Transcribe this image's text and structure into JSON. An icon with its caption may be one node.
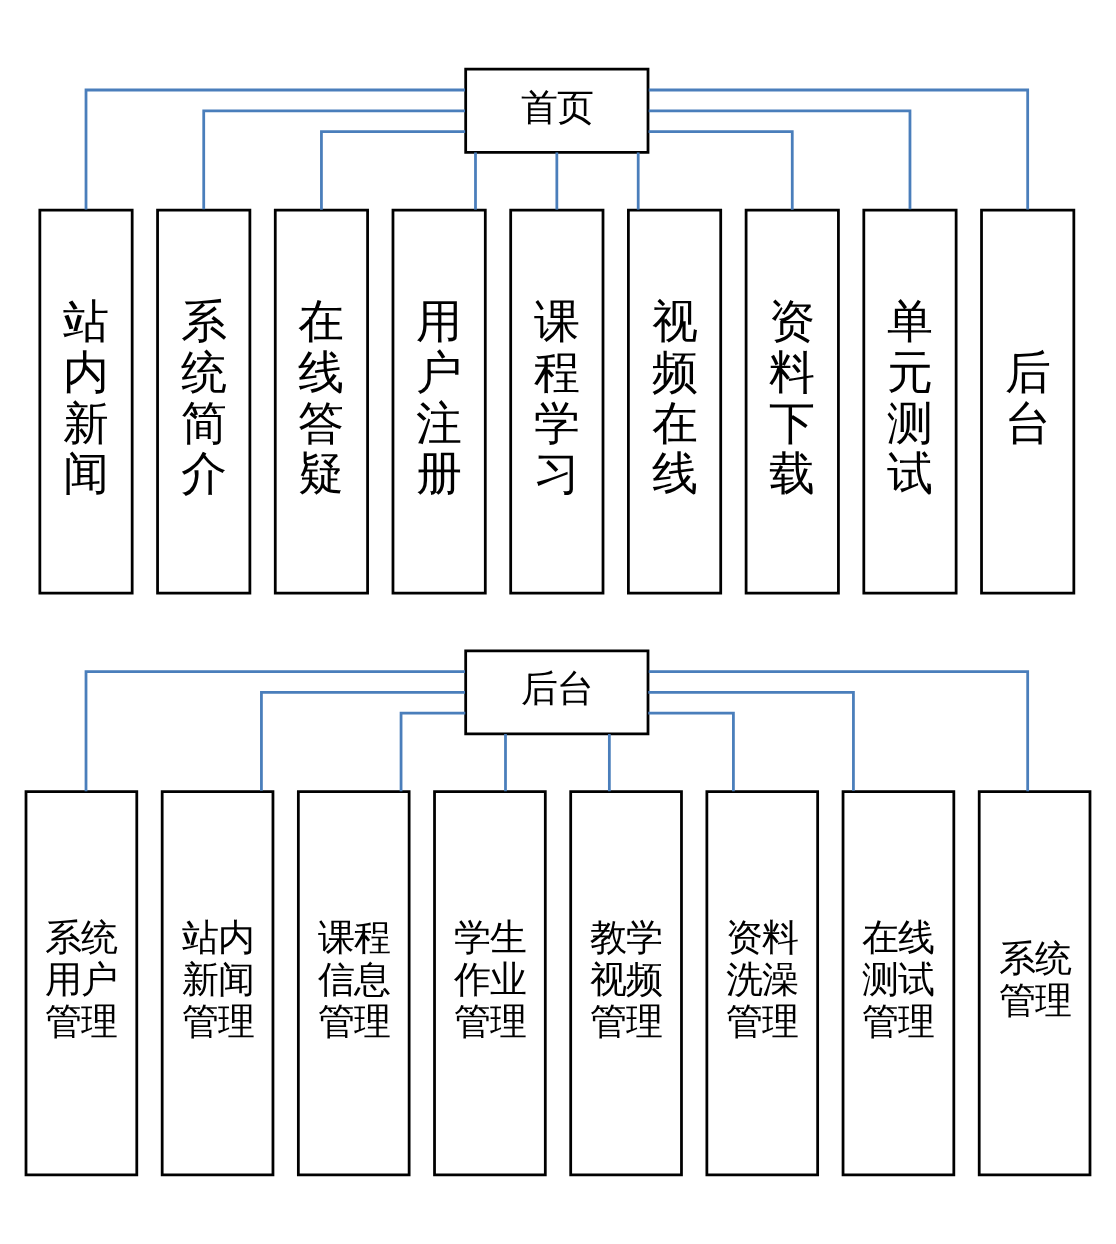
{
  "diagram": {
    "nodes": [
      {
        "text": [
          "首页"
        ]
      },
      {
        "text": [
          "站内新闻"
        ]
      },
      {
        "text": [
          "系统简介"
        ]
      },
      {
        "text": [
          "在线答疑"
        ]
      },
      {
        "text": [
          "用户注册"
        ]
      },
      {
        "text": [
          "课程学习"
        ]
      },
      {
        "text": [
          "视频在线"
        ]
      },
      {
        "text": [
          "资料下载"
        ]
      },
      {
        "text": [
          "单元测试"
        ]
      },
      {
        "text": [
          "后台"
        ]
      },
      {
        "text": [
          "后台"
        ]
      },
      {
        "text": [
          "系统用户管理"
        ]
      },
      {
        "text": [
          "站内新闻管理"
        ]
      },
      {
        "text": [
          "课程信息管理"
        ]
      },
      {
        "text": [
          "学生作业管理"
        ]
      },
      {
        "text": [
          "教学视频管理"
        ]
      },
      {
        "text": [
          "资料洗澡管理"
        ]
      },
      {
        "text": [
          "在线测试管理"
        ]
      },
      {
        "text": [
          "系统管理"
        ]
      }
    ],
    "edges": [
      {
        "from": 0,
        "to": 1,
        "arrow": "none"
      },
      {
        "from": 0,
        "to": 2,
        "arrow": "none"
      },
      {
        "from": 0,
        "to": 3,
        "arrow": "none"
      },
      {
        "from": 0,
        "to": 4,
        "arrow": "none"
      },
      {
        "from": 0,
        "to": 5,
        "arrow": "none"
      },
      {
        "from": 0,
        "to": 6,
        "arrow": "none"
      },
      {
        "from": 0,
        "to": 7,
        "arrow": "none"
      },
      {
        "from": 0,
        "to": 8,
        "arrow": "none"
      },
      {
        "from": 0,
        "to": 9,
        "arrow": "none"
      },
      {
        "from": 10,
        "to": 11,
        "arrow": "none"
      },
      {
        "from": 10,
        "to": 12,
        "arrow": "none"
      },
      {
        "from": 10,
        "to": 13,
        "arrow": "none"
      },
      {
        "from": 10,
        "to": 14,
        "arrow": "none"
      },
      {
        "from": 10,
        "to": 15,
        "arrow": "none"
      },
      {
        "from": 10,
        "to": 16,
        "arrow": "none"
      },
      {
        "from": 10,
        "to": 17,
        "arrow": "none"
      },
      {
        "from": 10,
        "to": 18,
        "arrow": "none"
      }
    ]
  }
}
